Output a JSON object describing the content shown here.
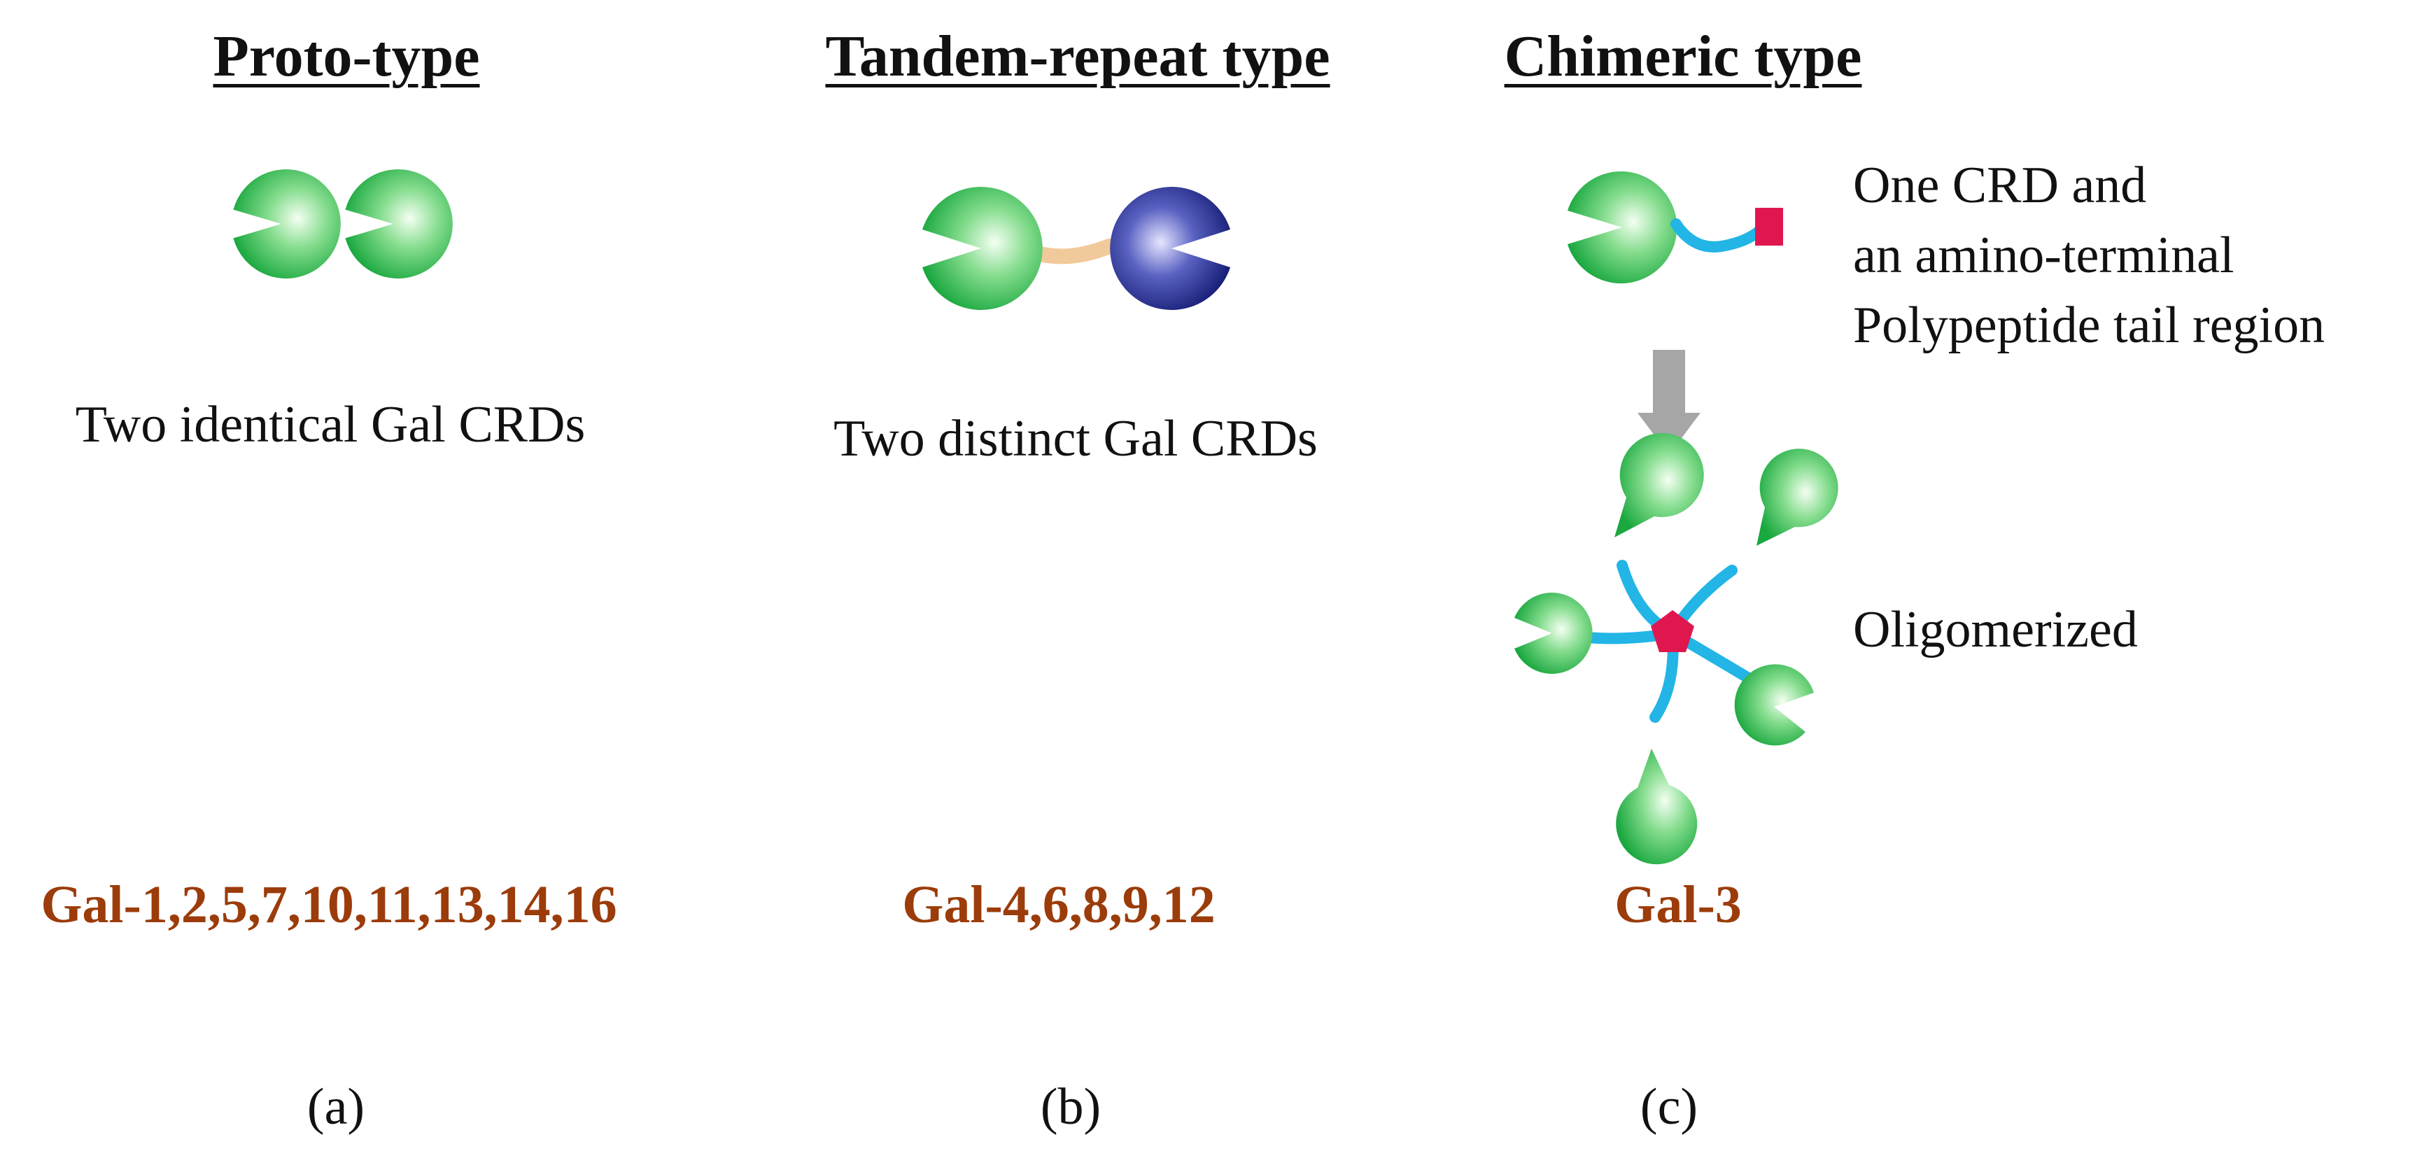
{
  "colors": {
    "member_text": "#9b3c0a",
    "crd_green": "#27b04a",
    "crd_blue": "#1f2a86",
    "linker_tan": "#f2c99a",
    "tail_cyan": "#22b5e6",
    "tail_red": "#e0174f",
    "arrow_gray": "#a6a6a6"
  },
  "icons": [
    "crd-pacman-icon",
    "linker-icon",
    "tail-square-icon",
    "down-arrow-icon",
    "pentagon-core-icon"
  ],
  "panels": [
    {
      "heading": "Proto-type",
      "description": "Two identical Gal CRDs",
      "members": "Gal-1,2,5,7,10,11,13,14,16",
      "label": "(a)"
    },
    {
      "heading": "Tandem-repeat type",
      "description": "Two distinct Gal CRDs",
      "members": "Gal-4,6,8,9,12",
      "label": "(b)"
    },
    {
      "heading": "Chimeric type",
      "description_lines": [
        "One CRD and",
        "an amino-terminal",
        "Polypeptide tail region"
      ],
      "oligomer_label": "Oligomerized",
      "members": "Gal-3",
      "label": "(c)"
    }
  ]
}
